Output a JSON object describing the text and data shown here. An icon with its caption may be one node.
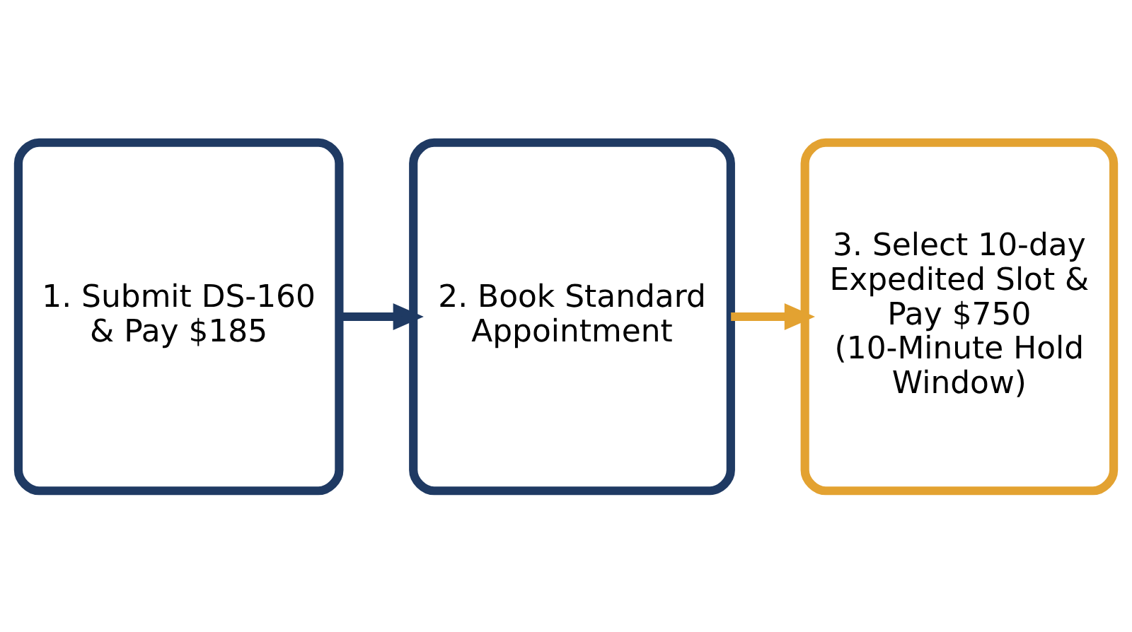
{
  "diagram": {
    "nodes": [
      {
        "text": [
          "1. Submit DS-160 & Pay $185"
        ]
      },
      {
        "text": [
          "2. Book Standard Appointment"
        ]
      },
      {
        "text": [
          "3. Select 10-day Expedited Slot & Pay $750",
          "(10-Minute Hold Window)"
        ]
      }
    ],
    "edges": [
      {
        "from": 0,
        "to": 1,
        "arrow": "to",
        "color": "#1f3a63"
      },
      {
        "from": 1,
        "to": 2,
        "arrow": "to",
        "color": "#e3a231"
      }
    ]
  }
}
